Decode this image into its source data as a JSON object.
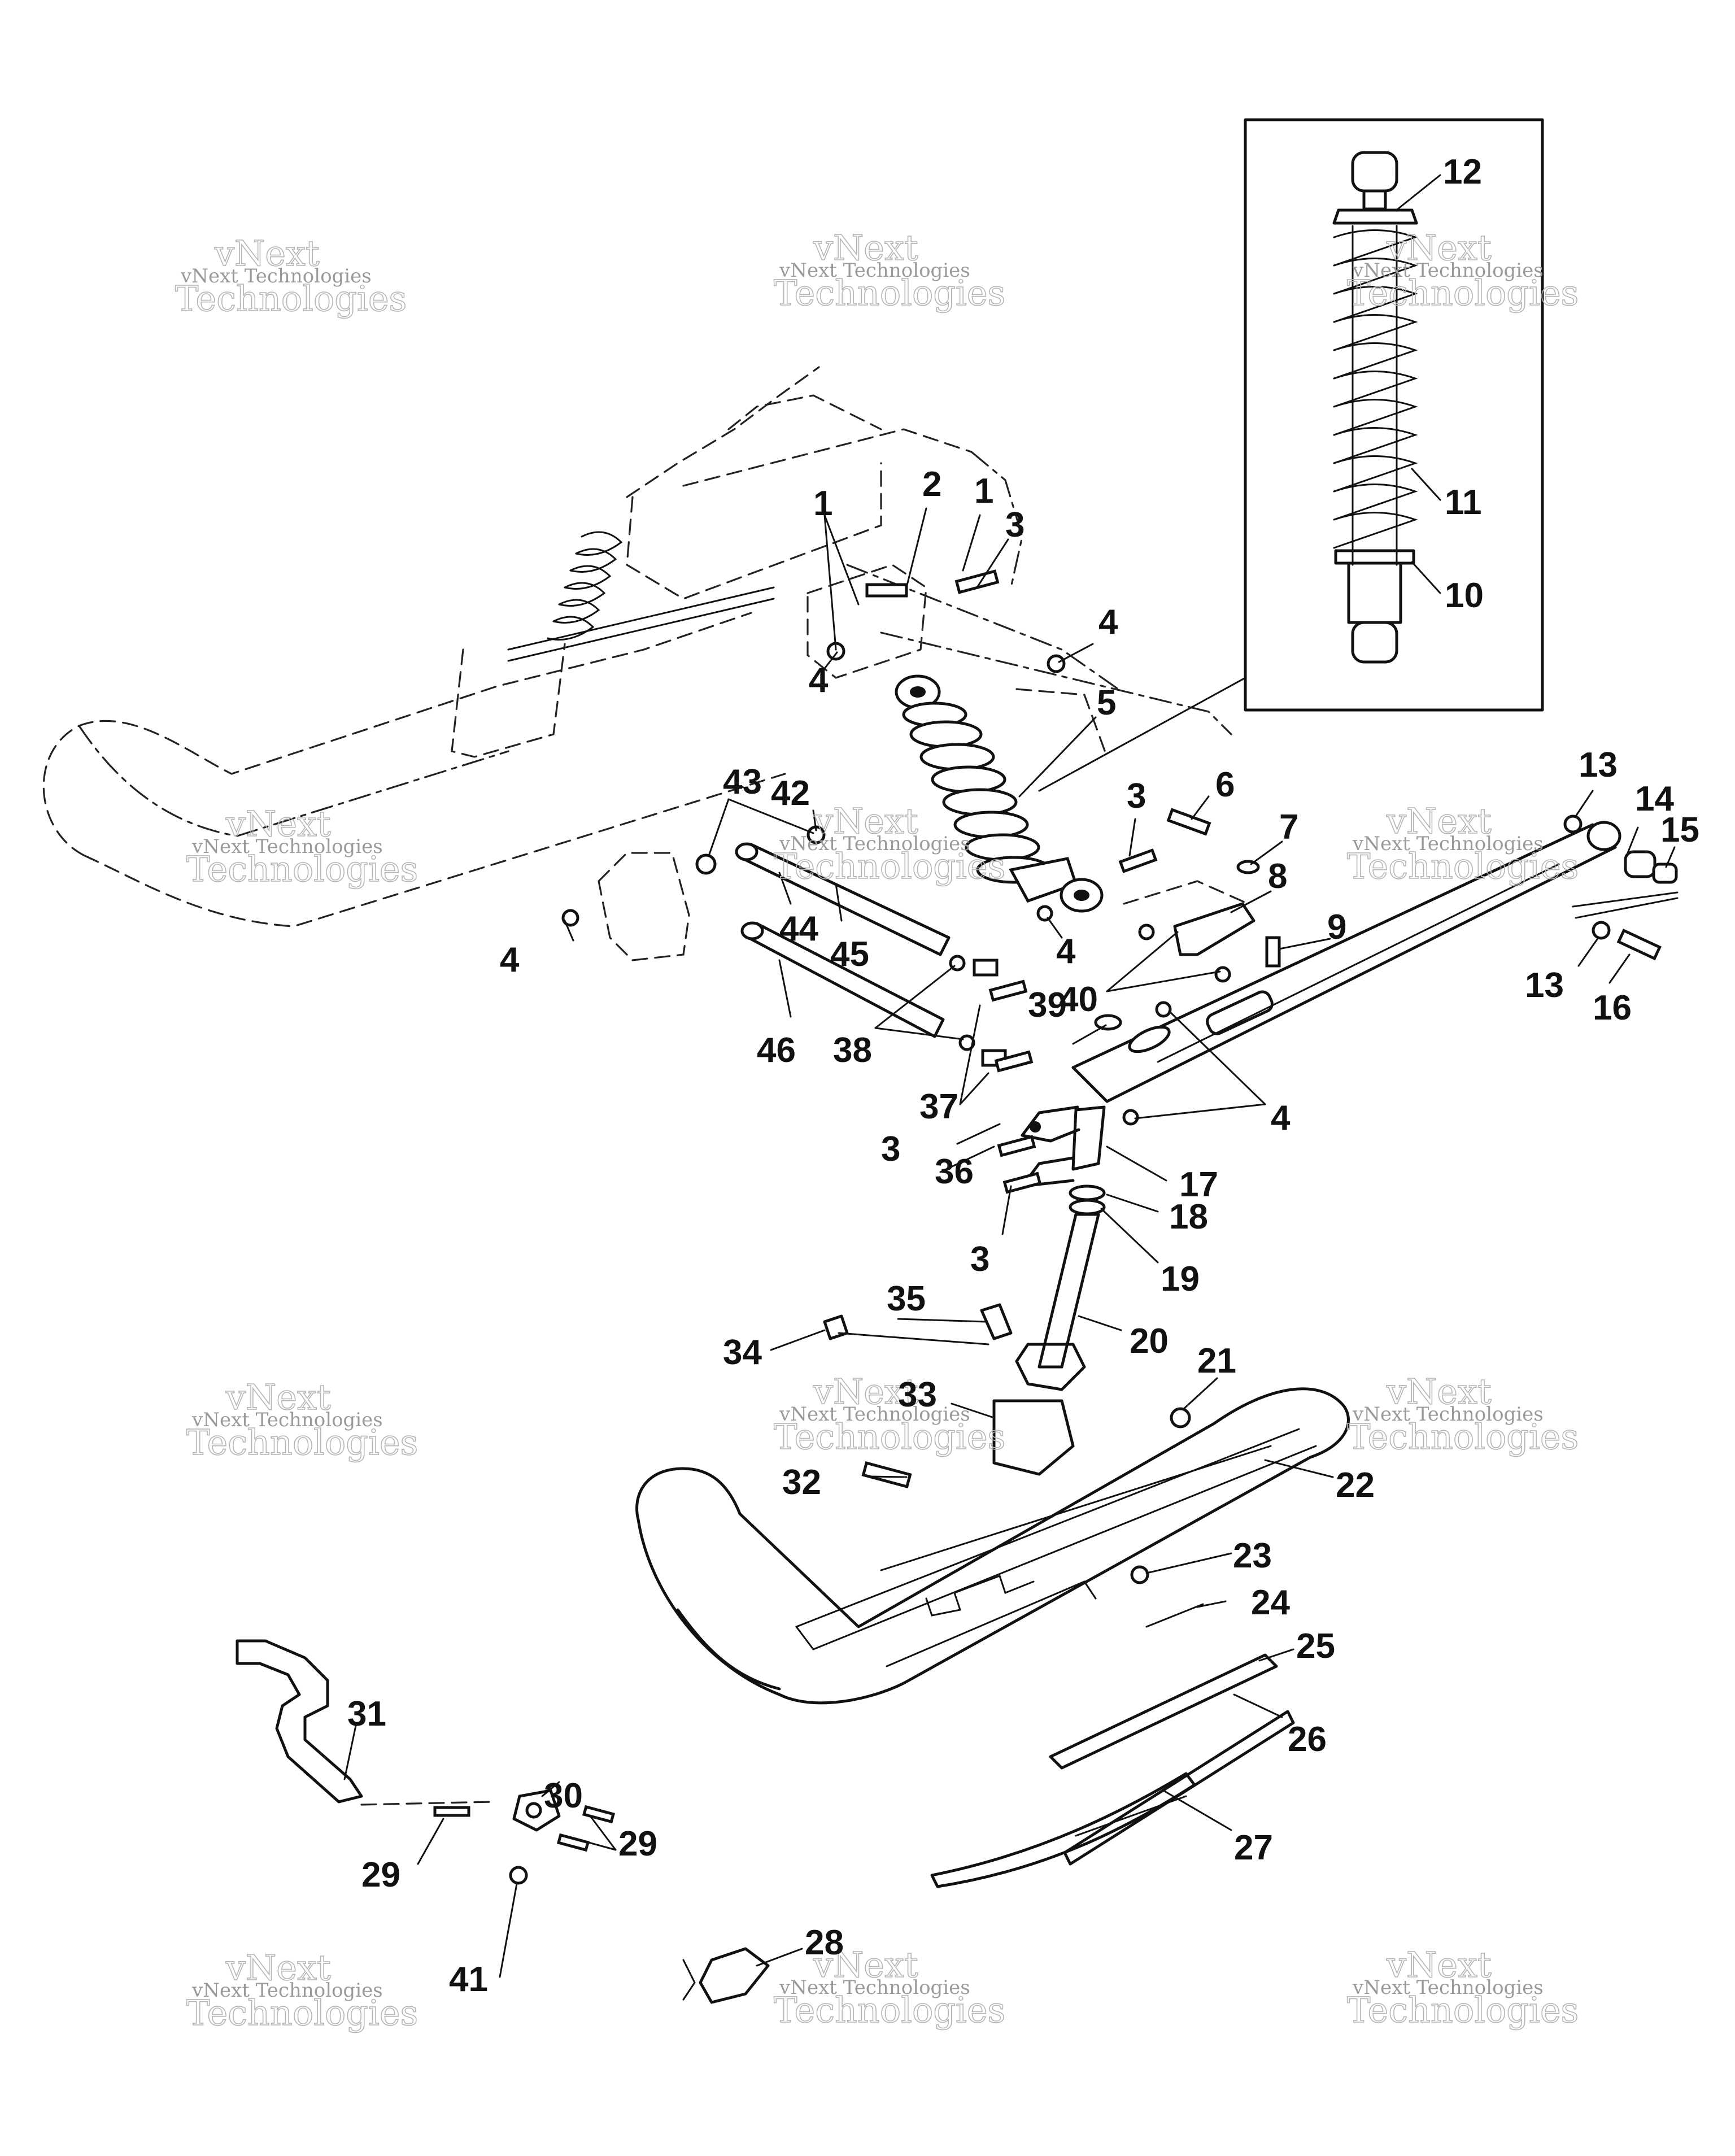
{
  "watermark": {
    "line1": "vNext Technologies",
    "line2": "Technologies",
    "overlay": "vNext"
  },
  "callouts": [
    {
      "id": "c1a",
      "label": "1"
    },
    {
      "id": "c1b",
      "label": "1"
    },
    {
      "id": "c2",
      "label": "2"
    },
    {
      "id": "c3a",
      "label": "3"
    },
    {
      "id": "c3b",
      "label": "3"
    },
    {
      "id": "c3c",
      "label": "3"
    },
    {
      "id": "c3d",
      "label": "3"
    },
    {
      "id": "c4a",
      "label": "4"
    },
    {
      "id": "c4b",
      "label": "4"
    },
    {
      "id": "c4c",
      "label": "4"
    },
    {
      "id": "c4d",
      "label": "4"
    },
    {
      "id": "c4e",
      "label": "4"
    },
    {
      "id": "c5",
      "label": "5"
    },
    {
      "id": "c6",
      "label": "6"
    },
    {
      "id": "c7",
      "label": "7"
    },
    {
      "id": "c8",
      "label": "8"
    },
    {
      "id": "c9",
      "label": "9"
    },
    {
      "id": "c10",
      "label": "10"
    },
    {
      "id": "c11",
      "label": "11"
    },
    {
      "id": "c12",
      "label": "12"
    },
    {
      "id": "c13a",
      "label": "13"
    },
    {
      "id": "c13b",
      "label": "13"
    },
    {
      "id": "c14",
      "label": "14"
    },
    {
      "id": "c15",
      "label": "15"
    },
    {
      "id": "c16",
      "label": "16"
    },
    {
      "id": "c17",
      "label": "17"
    },
    {
      "id": "c18",
      "label": "18"
    },
    {
      "id": "c19",
      "label": "19"
    },
    {
      "id": "c20",
      "label": "20"
    },
    {
      "id": "c21",
      "label": "21"
    },
    {
      "id": "c22",
      "label": "22"
    },
    {
      "id": "c23",
      "label": "23"
    },
    {
      "id": "c24",
      "label": "24"
    },
    {
      "id": "c25",
      "label": "25"
    },
    {
      "id": "c26",
      "label": "26"
    },
    {
      "id": "c27",
      "label": "27"
    },
    {
      "id": "c28",
      "label": "28"
    },
    {
      "id": "c29a",
      "label": "29"
    },
    {
      "id": "c29b",
      "label": "29"
    },
    {
      "id": "c30",
      "label": "30"
    },
    {
      "id": "c31",
      "label": "31"
    },
    {
      "id": "c32",
      "label": "32"
    },
    {
      "id": "c33",
      "label": "33"
    },
    {
      "id": "c34",
      "label": "34"
    },
    {
      "id": "c35",
      "label": "35"
    },
    {
      "id": "c36",
      "label": "36"
    },
    {
      "id": "c37",
      "label": "37"
    },
    {
      "id": "c38",
      "label": "38"
    },
    {
      "id": "c39",
      "label": "39"
    },
    {
      "id": "c40",
      "label": "40"
    },
    {
      "id": "c41",
      "label": "41"
    },
    {
      "id": "c42",
      "label": "42"
    },
    {
      "id": "c43",
      "label": "43"
    },
    {
      "id": "c44",
      "label": "44"
    },
    {
      "id": "c45",
      "label": "45"
    },
    {
      "id": "c46",
      "label": "46"
    }
  ]
}
